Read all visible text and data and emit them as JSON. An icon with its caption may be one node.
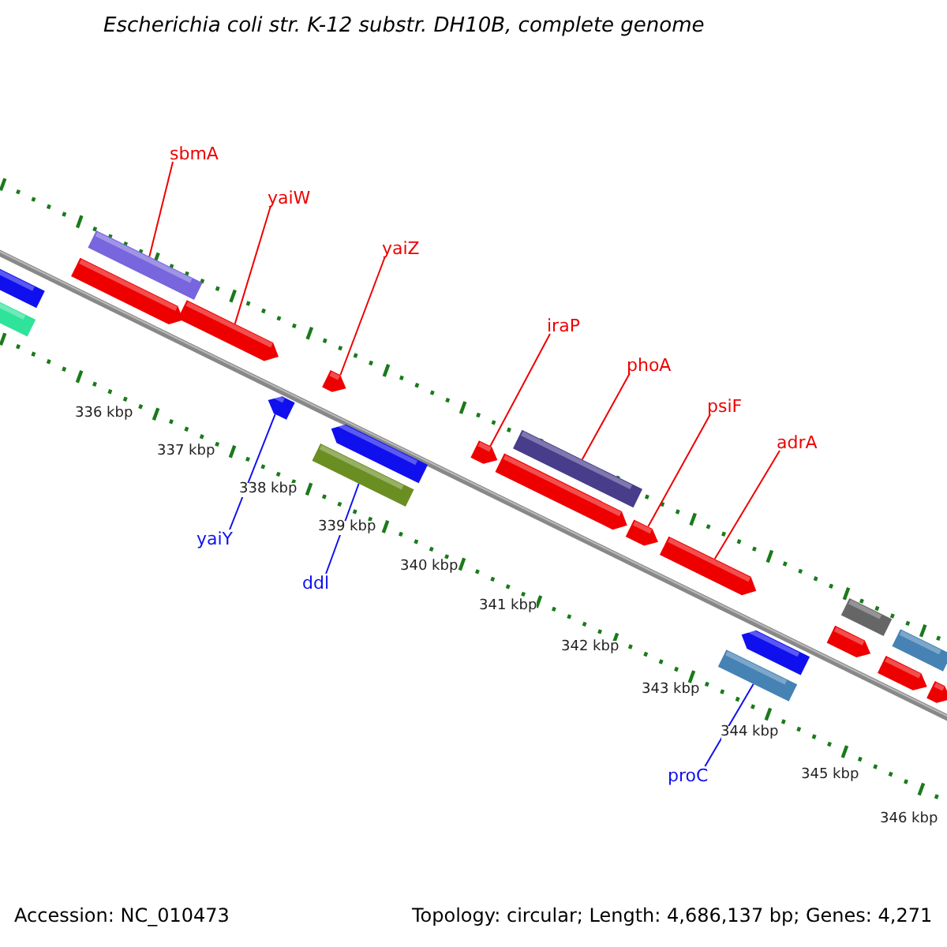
{
  "diagram": {
    "title": "Escherichia coli str. K-12 substr. DH10B, complete genome",
    "nodes": [
      {
        "text": [
          "sbmA"
        ]
      },
      {
        "text": [
          "yaiW"
        ]
      },
      {
        "text": [
          "yaiZ"
        ]
      },
      {
        "text": [
          "iraP"
        ]
      },
      {
        "text": [
          "phoA"
        ]
      },
      {
        "text": [
          "psiF"
        ]
      },
      {
        "text": [
          "adrA"
        ]
      },
      {
        "text": [
          "yaiY"
        ]
      },
      {
        "text": [
          "ddl"
        ]
      },
      {
        "text": [
          "proC"
        ]
      },
      {
        "text": [],
        "shape": "bar"
      },
      {
        "text": [],
        "shape": "bar"
      },
      {
        "text": [],
        "shape": "bar"
      },
      {
        "text": [],
        "shape": "arrow"
      },
      {
        "text": [],
        "shape": "arrow"
      },
      {
        "text": [],
        "shape": "arrow"
      },
      {
        "text": [],
        "shape": "arrow"
      },
      {
        "text": [],
        "shape": "arrow"
      },
      {
        "text": [],
        "shape": "bar"
      },
      {
        "text": [],
        "shape": "arrow"
      },
      {
        "text": [],
        "shape": "bar"
      },
      {
        "text": [],
        "shape": "arrow"
      },
      {
        "text": [],
        "shape": "arrow"
      },
      {
        "text": [],
        "shape": "arrow"
      },
      {
        "text": [],
        "shape": "arrow"
      },
      {
        "text": [],
        "shape": "bar"
      },
      {
        "text": [],
        "shape": "bar"
      },
      {
        "text": [],
        "shape": "arrow"
      },
      {
        "text": [],
        "shape": "bar"
      },
      {
        "text": [],
        "shape": "arrow"
      },
      {
        "text": [],
        "shape": "arrow"
      }
    ],
    "edges": [
      {
        "from": 0,
        "to": 12,
        "arrow": "none"
      },
      {
        "from": 1,
        "to": 14,
        "arrow": "none"
      },
      {
        "from": 2,
        "to": 15,
        "arrow": "none"
      },
      {
        "from": 3,
        "to": 19,
        "arrow": "none"
      },
      {
        "from": 4,
        "to": 20,
        "arrow": "none"
      },
      {
        "from": 5,
        "to": 22,
        "arrow": "none"
      },
      {
        "from": 6,
        "to": 23,
        "arrow": "none"
      },
      {
        "from": 7,
        "to": 16,
        "arrow": "none",
        "color": "#1010ee"
      },
      {
        "from": 8,
        "to": 18,
        "arrow": "none",
        "color": "#1010ee"
      },
      {
        "from": 9,
        "to": 25,
        "arrow": "none",
        "color": "#1010ee"
      }
    ],
    "labels": [
      "336 kbp",
      "337 kbp",
      "338 kbp",
      "339 kbp",
      "340 kbp",
      "341 kbp",
      "342 kbp",
      "343 kbp",
      "344 kbp",
      "345 kbp",
      "346 kbp",
      "Accession: NC_010473",
      "Topology: circular; Length: 4,686,137 bp; Genes: 4,271"
    ]
  }
}
